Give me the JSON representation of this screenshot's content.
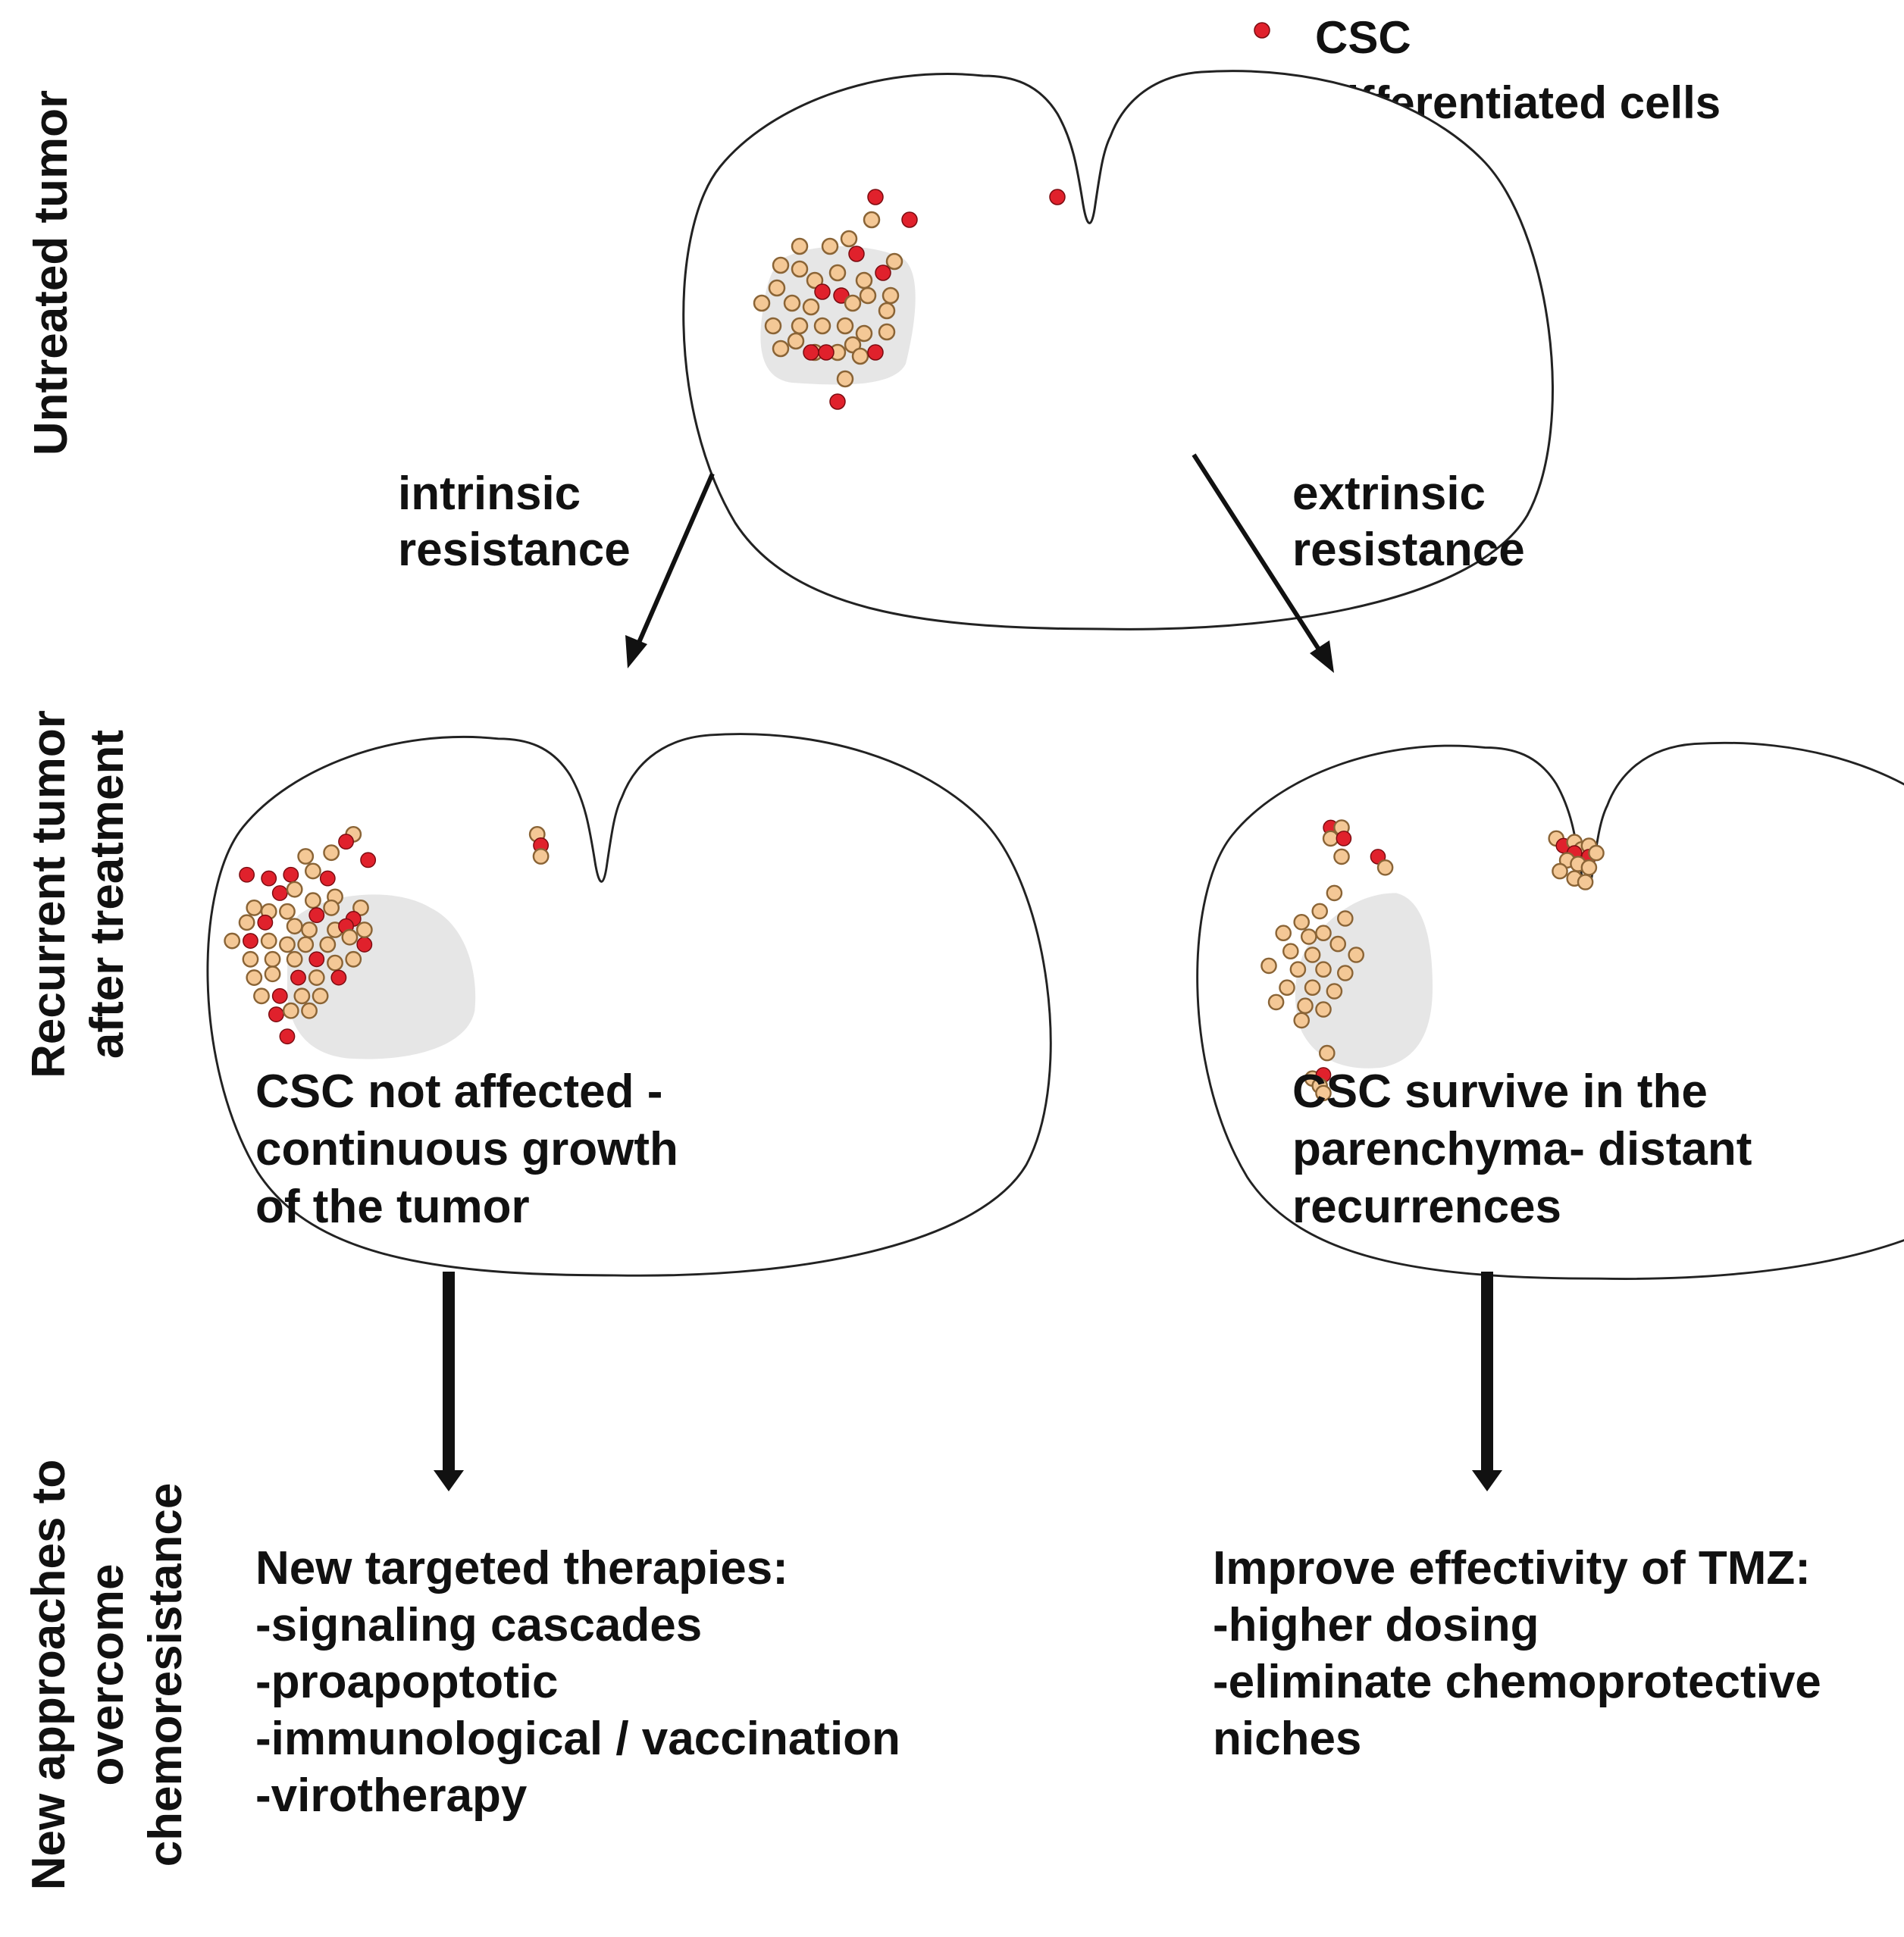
{
  "colors": {
    "csc": "#e0212c",
    "differentiated": "#f4c896",
    "region": "#e6e6e6"
  },
  "legend": {
    "csc": "CSC",
    "differentiated": "differentiated cells"
  },
  "side_labels": {
    "untreated": [
      "Untreated tumor"
    ],
    "recurrent": [
      "Recurrent tumor",
      "after treatment"
    ],
    "approaches": [
      "New approaches to",
      "overcome",
      "chemoresistance"
    ]
  },
  "arrows": {
    "intrinsic": [
      "intrinsic",
      "resistance"
    ],
    "extrinsic": [
      "extrinsic",
      "resistance"
    ]
  },
  "outcomes": {
    "left": [
      "CSC not affected -",
      "continuous growth",
      "of the tumor"
    ],
    "right": [
      "CSC survive in the",
      "parenchyma- distant",
      "recurrences"
    ]
  },
  "therapies": {
    "left": [
      "New targeted therapies:",
      "-signaling cascades",
      "-proapoptotic",
      "-immunological / vaccination",
      "-virotherapy"
    ],
    "right": [
      "Improve effectivity of TMZ:",
      "-higher dosing",
      "-eliminate chemoprotective",
      "niches"
    ]
  }
}
